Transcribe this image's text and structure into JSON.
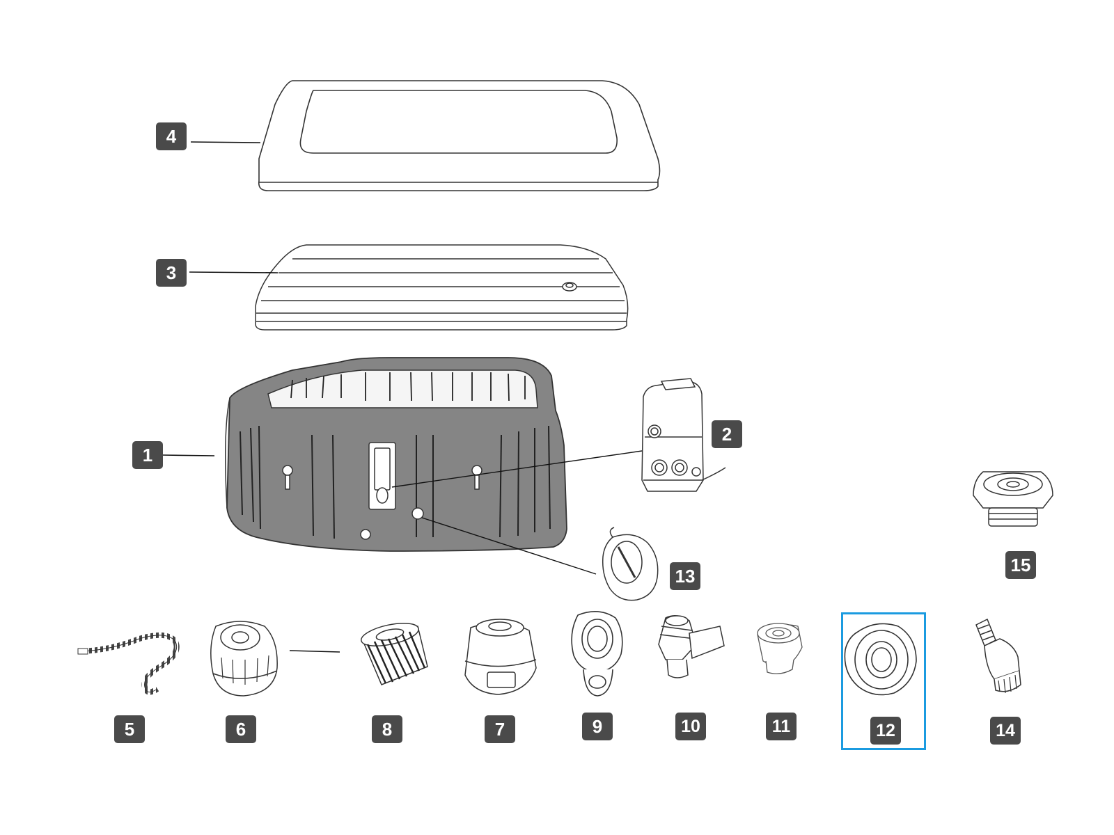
{
  "parts": {
    "p1": {
      "label": "1"
    },
    "p2": {
      "label": "2"
    },
    "p3": {
      "label": "3"
    },
    "p4": {
      "label": "4"
    },
    "p5": {
      "label": "5"
    },
    "p6": {
      "label": "6"
    },
    "p7": {
      "label": "7"
    },
    "p8": {
      "label": "8"
    },
    "p9": {
      "label": "9"
    },
    "p10": {
      "label": "10"
    },
    "p11": {
      "label": "11"
    },
    "p12": {
      "label": "12"
    },
    "p13": {
      "label": "13"
    },
    "p14": {
      "label": "14"
    },
    "p15": {
      "label": "15"
    }
  },
  "selected_part": "12",
  "colors": {
    "badge": "#4a4a4a",
    "badge_text": "#ffffff",
    "highlight": "#1b9be0",
    "tub_body": "#858585",
    "line": "#222222"
  },
  "icons": {
    "p1": "spa-tub-icon",
    "p2": "pump-unit-icon",
    "p3": "inflatable-cover-icon",
    "p4": "cover-frame-icon",
    "p5": "hose-icon",
    "p6": "filter-housing-icon",
    "p7": "connector-cap-icon",
    "p8": "filter-cartridge-icon",
    "p9": "valve-cap-icon",
    "p10": "inflation-adapter-icon",
    "p11": "strainer-icon",
    "p12": "seal-ring-icon",
    "p13": "drain-valve-icon",
    "p14": "hose-adapter-icon",
    "p15": "threaded-cap-icon"
  }
}
